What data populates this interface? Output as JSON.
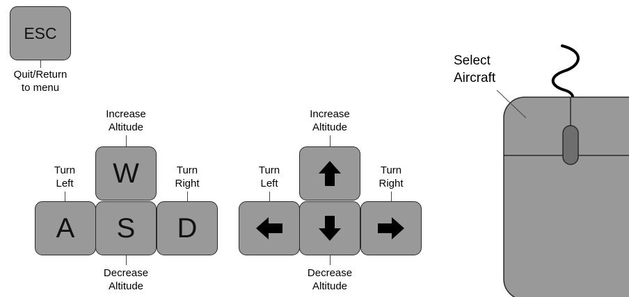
{
  "esc": {
    "key": "ESC",
    "label_line1": "Quit/Return",
    "label_line2": "to menu"
  },
  "wasd": {
    "keys": {
      "up": "W",
      "left": "A",
      "down": "S",
      "right": "D"
    },
    "up_label": [
      "Increase",
      "Altitude"
    ],
    "left_label": [
      "Turn",
      "Left"
    ],
    "right_label": [
      "Turn",
      "Right"
    ],
    "down_label": [
      "Decrease",
      "Altitude"
    ]
  },
  "arrows": {
    "icons": {
      "up": "arrow-up-icon",
      "left": "arrow-left-icon",
      "down": "arrow-down-icon",
      "right": "arrow-right-icon"
    },
    "up_label": [
      "Increase",
      "Altitude"
    ],
    "left_label": [
      "Turn",
      "Left"
    ],
    "right_label": [
      "Turn",
      "Right"
    ],
    "down_label": [
      "Decrease",
      "Altitude"
    ]
  },
  "mouse": {
    "label": [
      "Select",
      "Aircraft"
    ]
  },
  "colors": {
    "key_fill": "#999999",
    "outline": "#2a2a2a",
    "arrow": "#000000",
    "scroll_wheel": "#6e6e6e"
  }
}
